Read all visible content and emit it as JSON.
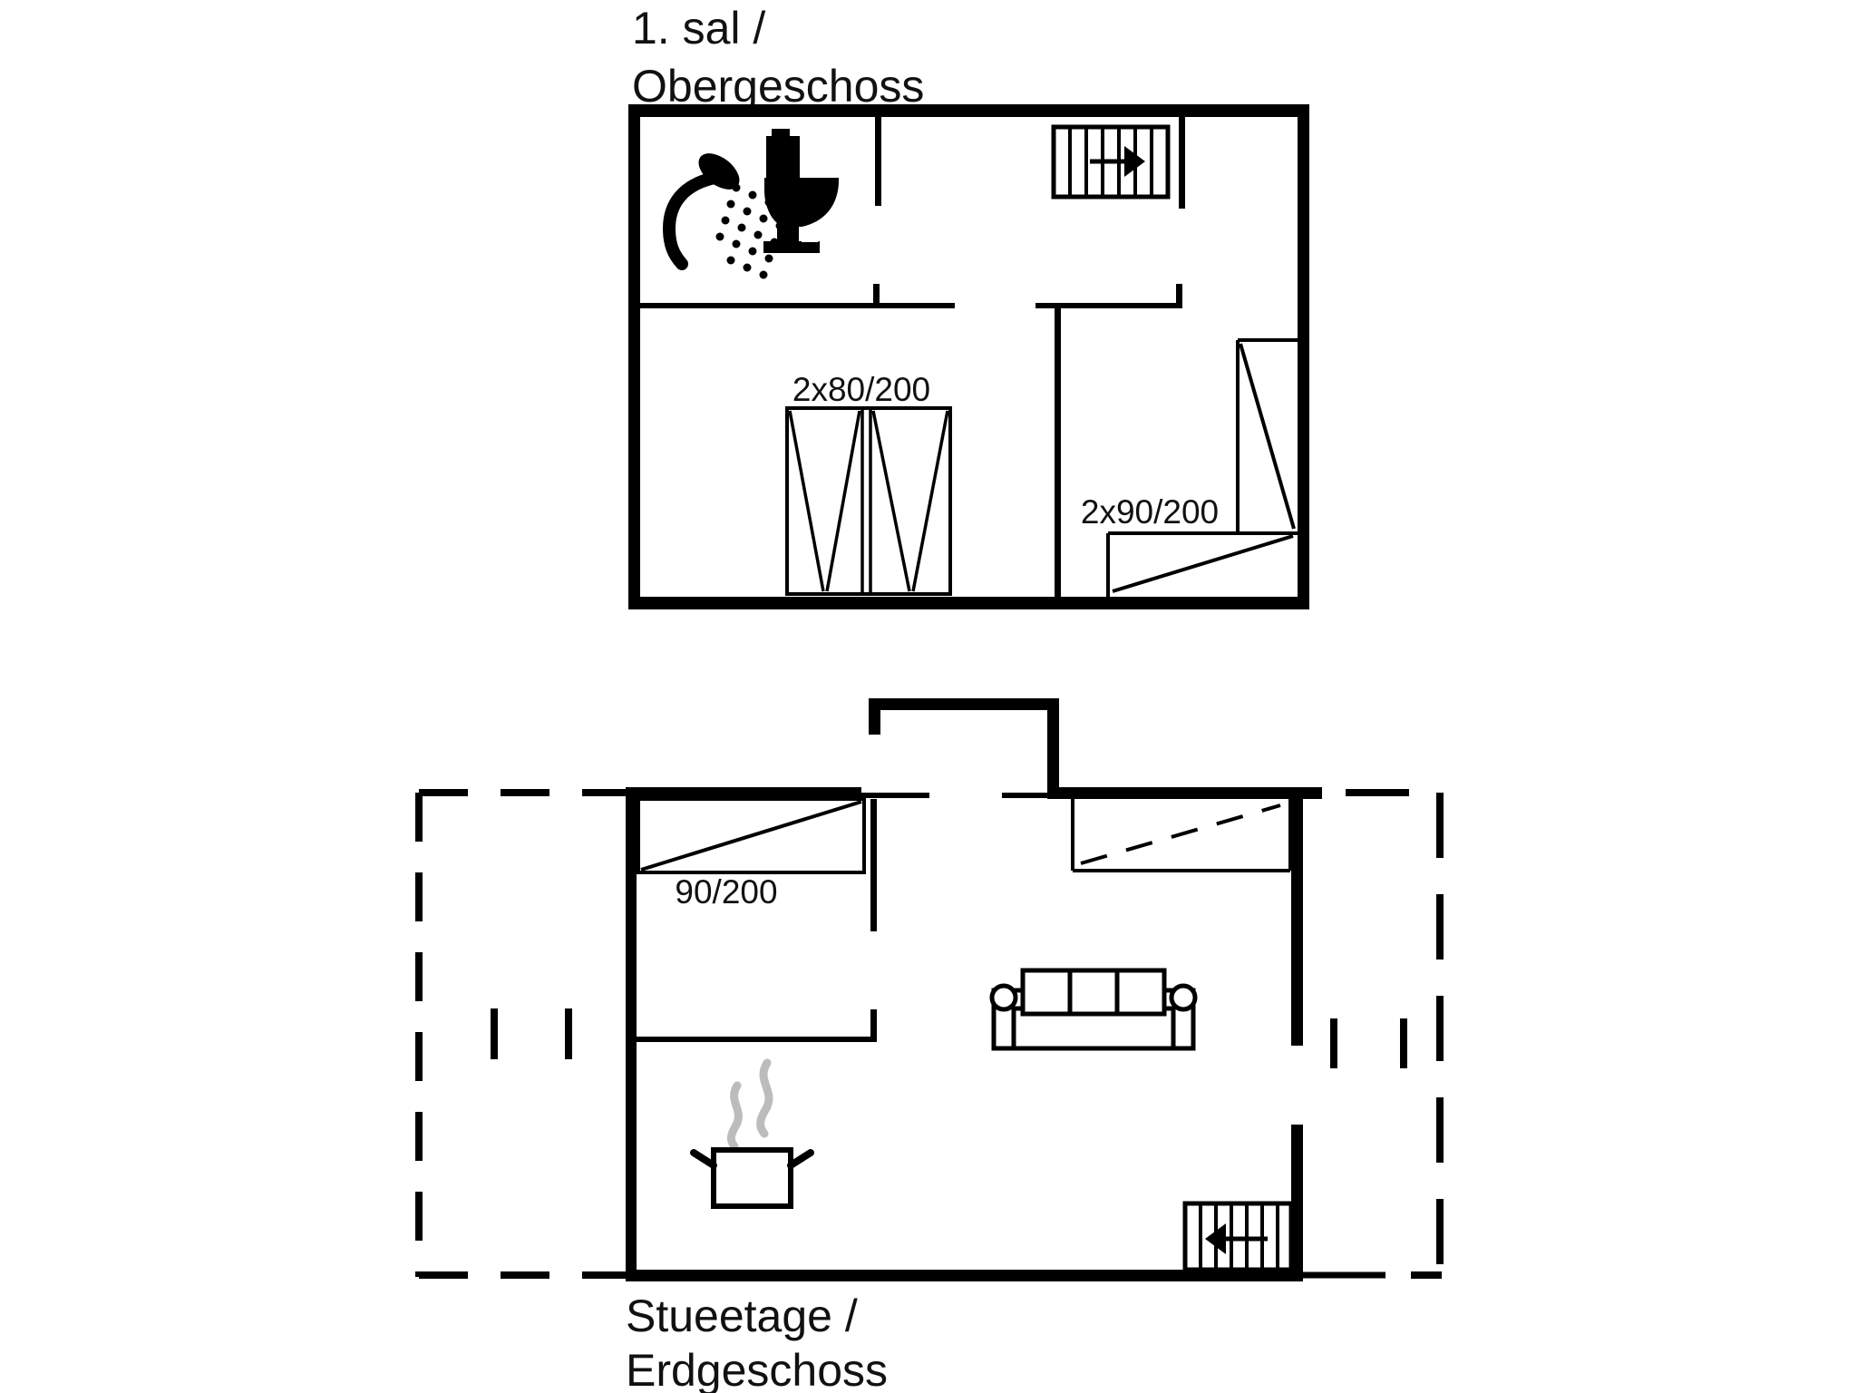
{
  "document": {
    "type": "floor-plan",
    "colors": {
      "line": "#000000",
      "text": "#111111",
      "steam": "#bcbcbc",
      "background": "#ffffff"
    }
  },
  "upper_floor": {
    "title": [
      "1. sal /",
      "Obergeschoss"
    ],
    "bed_double_label": "2x80/200",
    "bed_corner_label": "2x90/200",
    "icons": [
      "shower-icon",
      "toilet-icon",
      "stairs-up-icon"
    ]
  },
  "ground_floor": {
    "title": [
      "Stueetage /",
      "Erdgeschoss"
    ],
    "bed_single_label": "90/200",
    "icons": [
      "sofa-icon",
      "cooking-pot-icon",
      "steam-icon",
      "stairs-down-icon"
    ]
  }
}
